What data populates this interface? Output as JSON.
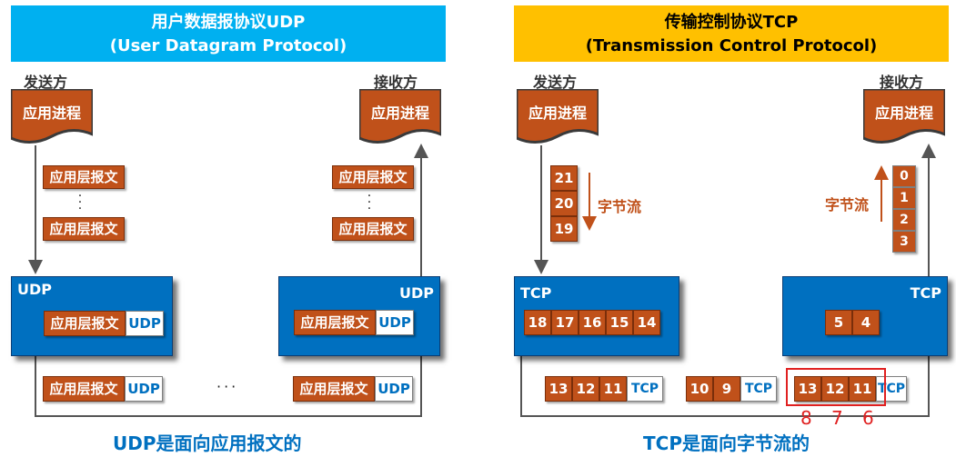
{
  "udp": {
    "title_line1": "用户数据报协议UDP",
    "title_line2": "(User Datagram Protocol)",
    "sender_label": "发送方",
    "receiver_label": "接收方",
    "process_label": "应用进程",
    "message_label": "应用层报文",
    "vertical_ellipsis": "⋮",
    "box_title": "UDP",
    "header_label": "UDP",
    "horizontal_ellipsis": "···",
    "caption": "UDP是面向应用报文的"
  },
  "tcp": {
    "title_line1": "传输控制协议TCP",
    "title_line2": "(Transmission Control Protocol)",
    "sender_label": "发送方",
    "receiver_label": "接收方",
    "process_label": "应用进程",
    "byte_stream_label": "字节流",
    "sender_stream": [
      "21",
      "20",
      "19"
    ],
    "receiver_stream": [
      "0",
      "1",
      "2",
      "3"
    ],
    "box_title": "TCP",
    "sender_buffer": [
      "18",
      "17",
      "16",
      "15",
      "14"
    ],
    "receiver_buffer": [
      "5",
      "4"
    ],
    "segments": [
      {
        "bytes": [
          "13",
          "12",
          "11"
        ],
        "header": "TCP"
      },
      {
        "bytes": [
          "10",
          "9"
        ],
        "header": "TCP"
      },
      {
        "bytes": [
          "13",
          "12",
          "11"
        ],
        "header": "TCP"
      }
    ],
    "red_annotations": [
      "8",
      "7",
      "6"
    ],
    "caption": "TCP是面向字节流的"
  },
  "colors": {
    "udp_banner": "#00b0f0",
    "tcp_banner": "#ffc000",
    "payload": "#c0511a",
    "transport_box": "#0070c0",
    "highlight": "#e02020"
  }
}
